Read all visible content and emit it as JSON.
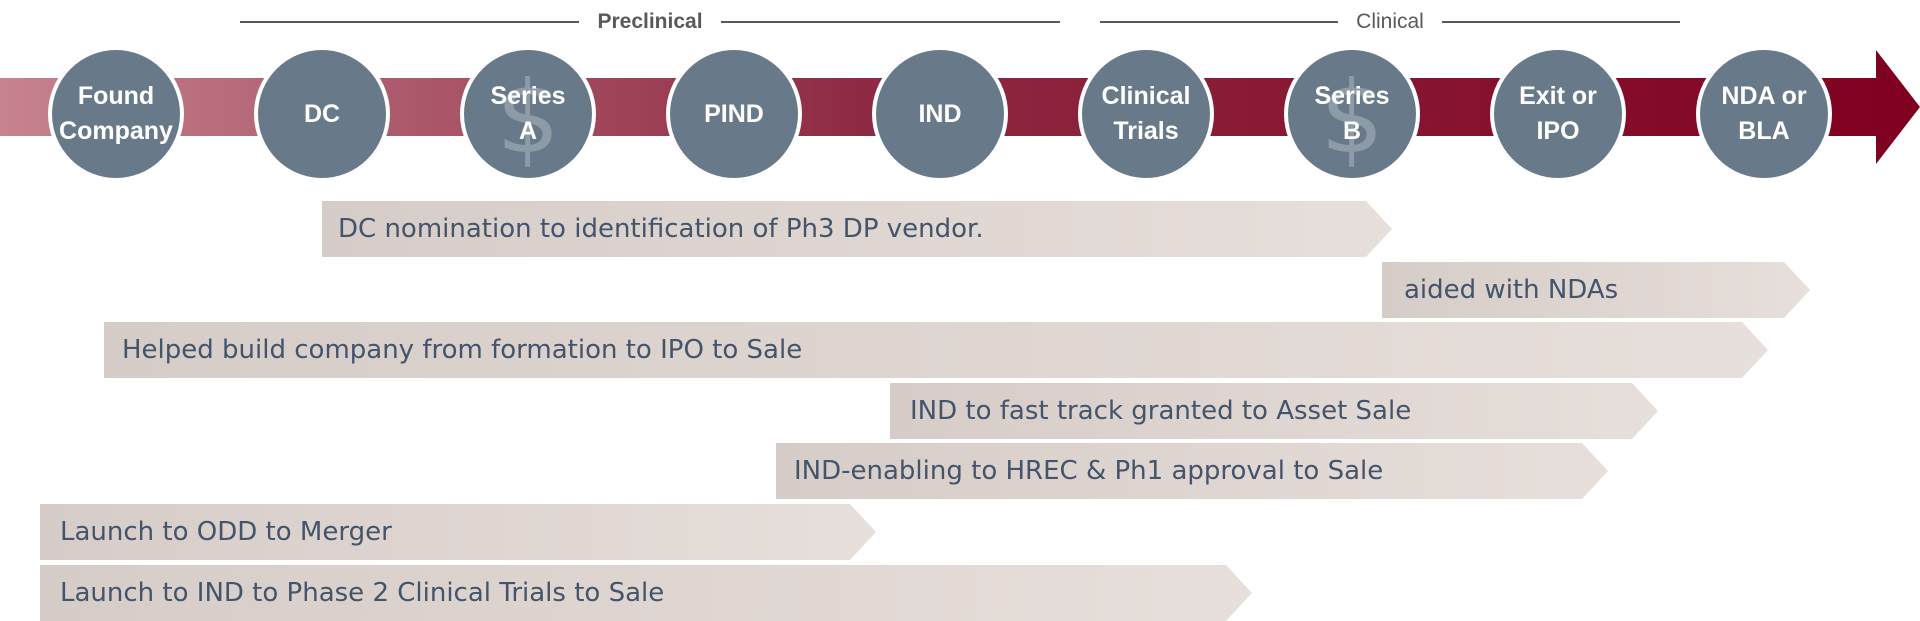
{
  "phases": {
    "preclinical": "Preclinical",
    "clinical": "Clinical"
  },
  "colors": {
    "arrow_start": "#c7838f",
    "arrow_end": "#800020",
    "milestone_fill": "#687a89",
    "bar_fill": "#ddd4d0",
    "bar_text": "#44546a"
  },
  "milestones": [
    {
      "label": "Found\nCompany",
      "icon": null
    },
    {
      "label": "DC",
      "icon": null
    },
    {
      "label": "Series\nA",
      "icon": "dollar-sign-icon"
    },
    {
      "label": "PIND",
      "icon": null
    },
    {
      "label": "IND",
      "icon": null
    },
    {
      "label": "Clinical\nTrials",
      "icon": null
    },
    {
      "label": "Series\nB",
      "icon": "dollar-sign-icon"
    },
    {
      "label": "Exit or\nIPO",
      "icon": null
    },
    {
      "label": "NDA or\nBLA",
      "icon": null
    }
  ],
  "bars": [
    {
      "text": "DC nomination to identification of Ph3 DP vendor."
    },
    {
      "text": "aided with NDAs"
    },
    {
      "text": "Helped build company from formation to IPO to Sale"
    },
    {
      "text": "IND to fast track granted to Asset Sale"
    },
    {
      "text": "IND-enabling to HREC & Ph1 approval to Sale"
    },
    {
      "text": "Launch to ODD  to Merger"
    },
    {
      "text": "Launch to IND to Phase 2 Clinical Trials to Sale"
    }
  ]
}
